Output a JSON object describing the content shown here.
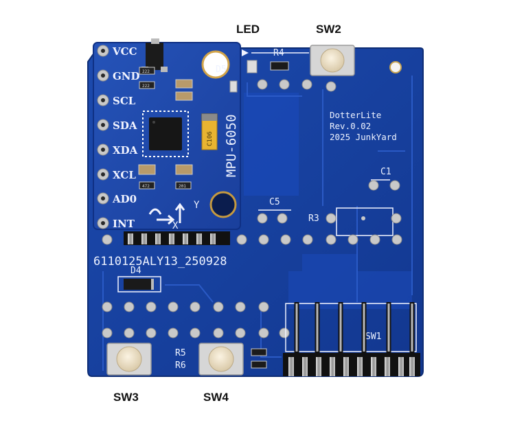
{
  "callouts": {
    "led": "LED",
    "sw2": "SW2",
    "sw3": "SW3",
    "sw4": "SW4"
  },
  "board": {
    "name": "DotterLite",
    "revision": "Rev.0.02",
    "year_maker": "2025 JunkYard",
    "lot_code": "6110125ALY13_250928",
    "refs": {
      "r4": "R4",
      "c5": "C5",
      "r3": "R3",
      "c1": "C1",
      "d4": "D4",
      "r5": "R5",
      "r6": "R6",
      "sw1": "SW1"
    }
  },
  "module": {
    "name": "MPU-6050",
    "d5": "D5",
    "axis_x": "X",
    "axis_y": "Y",
    "cap": "C106",
    "pins": [
      "VCC",
      "GND",
      "SCL",
      "SDA",
      "XDA",
      "XCL",
      "AD0",
      "INT"
    ],
    "smd_codes": {
      "a": "222",
      "b": "472",
      "c": "201"
    }
  },
  "colors": {
    "board": "#173f9e",
    "module": "#1d47a8",
    "silkscreen": "#eef3ff",
    "button_cap": "#efe3cc",
    "gold": "#d9a93a"
  }
}
